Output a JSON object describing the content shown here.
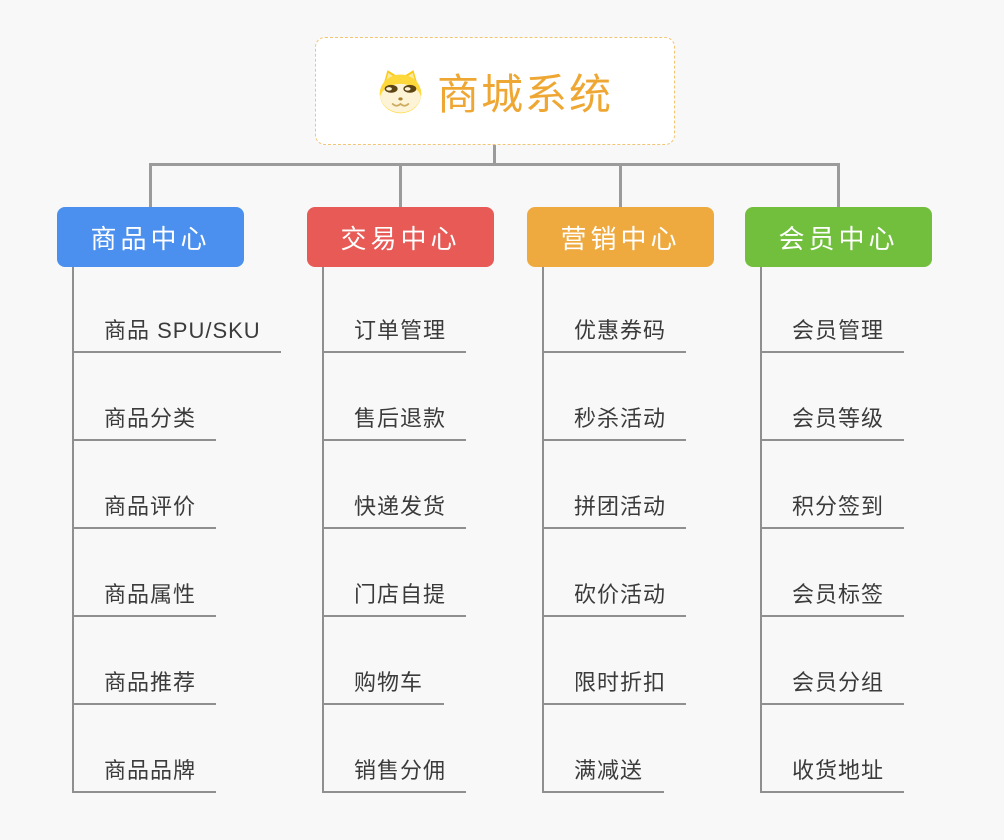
{
  "root": {
    "title": "商城系统",
    "title_color": "#efa733",
    "border_color": "#f2c573",
    "icon": "doge-icon"
  },
  "branches": [
    {
      "label": "商品中心",
      "color": "#4b90ee",
      "items": [
        "商品 SPU/SKU",
        "商品分类",
        "商品评价",
        "商品属性",
        "商品推荐",
        "商品品牌"
      ]
    },
    {
      "label": "交易中心",
      "color": "#e85a55",
      "items": [
        "订单管理",
        "售后退款",
        "快递发货",
        "门店自提",
        "购物车",
        "销售分佣"
      ]
    },
    {
      "label": "营销中心",
      "color": "#efaa3f",
      "items": [
        "优惠券码",
        "秒杀活动",
        "拼团活动",
        "砍价活动",
        "限时折扣",
        "满减送"
      ]
    },
    {
      "label": "会员中心",
      "color": "#72bf3e",
      "items": [
        "会员管理",
        "会员等级",
        "积分签到",
        "会员标签",
        "会员分组",
        "收货地址"
      ]
    }
  ],
  "lines": {
    "connector_color": "#9b9b9b",
    "tree_line_color": "#8f8f8f"
  },
  "background_color": "#f8f8f8"
}
